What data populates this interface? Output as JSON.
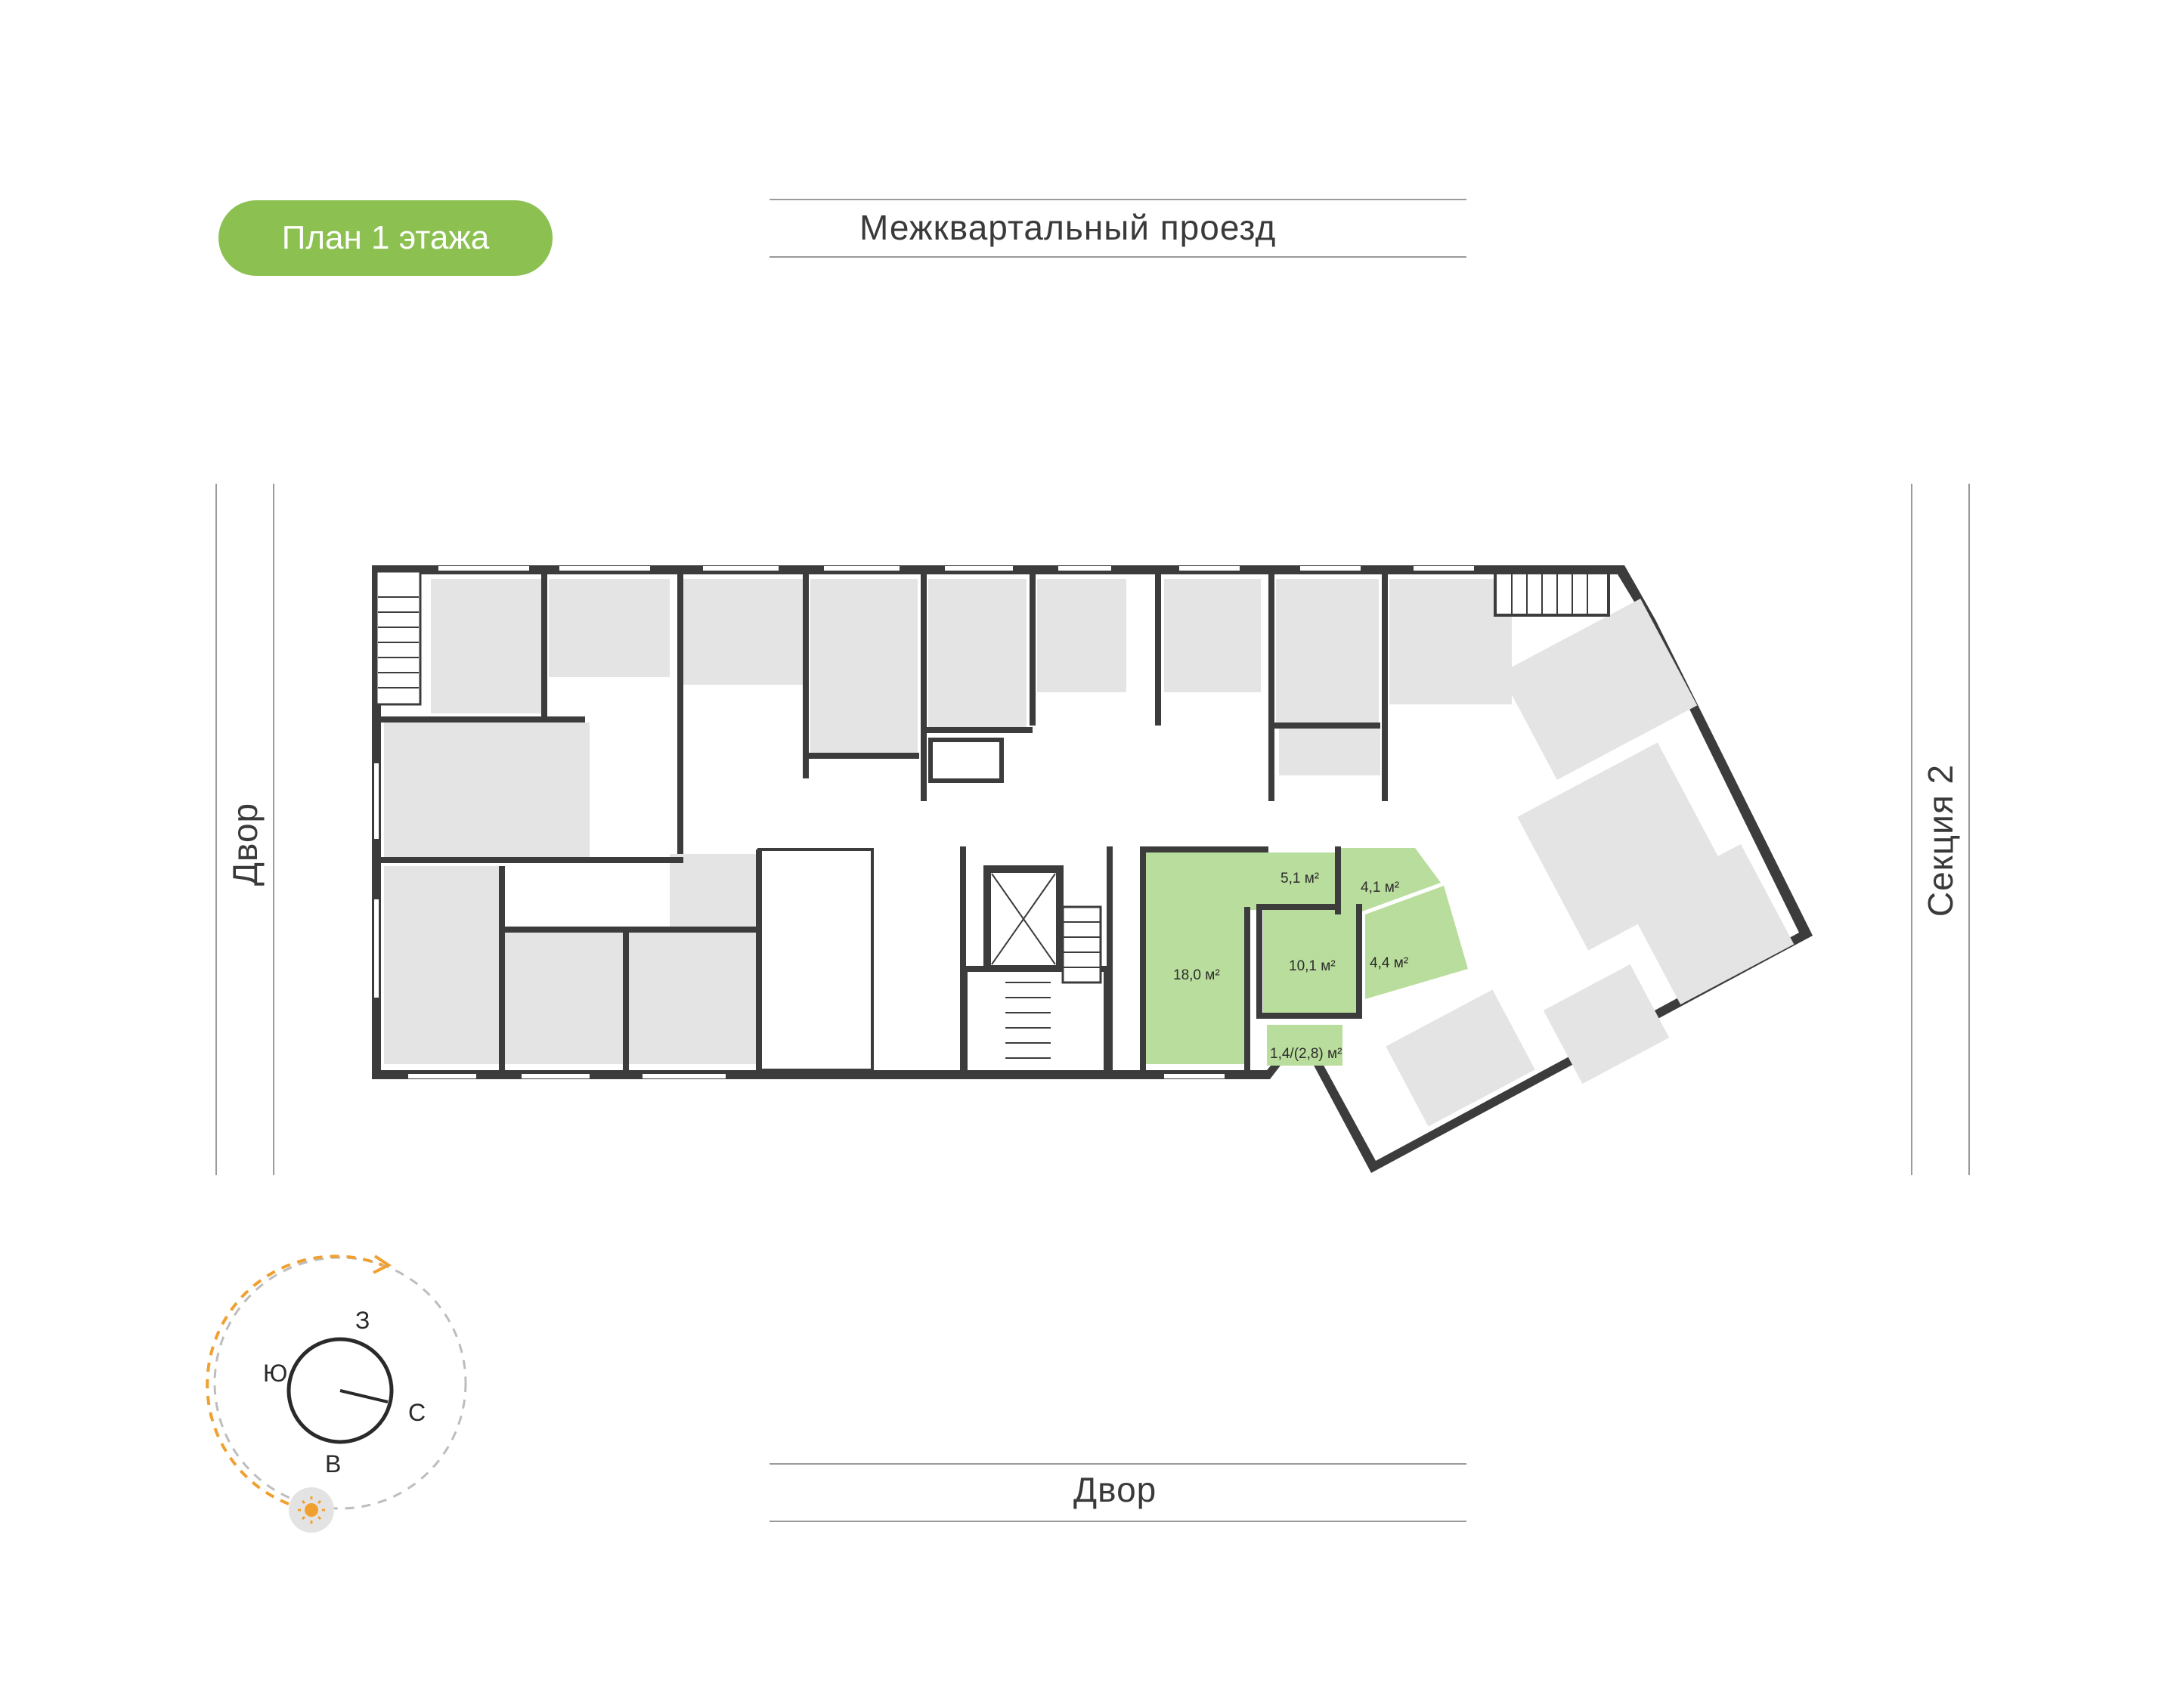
{
  "title_badge": "План 1 этажа",
  "streets": {
    "top": "Межквартальный проезд",
    "bottom": "Двор",
    "left": "Двор",
    "right": "Секция 2"
  },
  "compass": {
    "north": "С",
    "south": "Ю",
    "east": "В",
    "west": "З",
    "sun_icon": "sun-icon"
  },
  "apartment": {
    "rooms": [
      {
        "id": "living",
        "area": "18,0 м²"
      },
      {
        "id": "corridor",
        "area": "5,1 м²"
      },
      {
        "id": "bathroom",
        "area": "4,1 м²"
      },
      {
        "id": "bedroom",
        "area": "10,1 м²"
      },
      {
        "id": "hall",
        "area": "4,4 м²"
      },
      {
        "id": "balcony",
        "area": "1,4/(2,8) м²"
      }
    ]
  },
  "colors": {
    "accent_green": "#8cc152",
    "highlight_fill": "#b9dd9c",
    "room_fill": "#e4e4e4",
    "wall": "#3c3c3c",
    "sun_orange": "#f0a030"
  }
}
